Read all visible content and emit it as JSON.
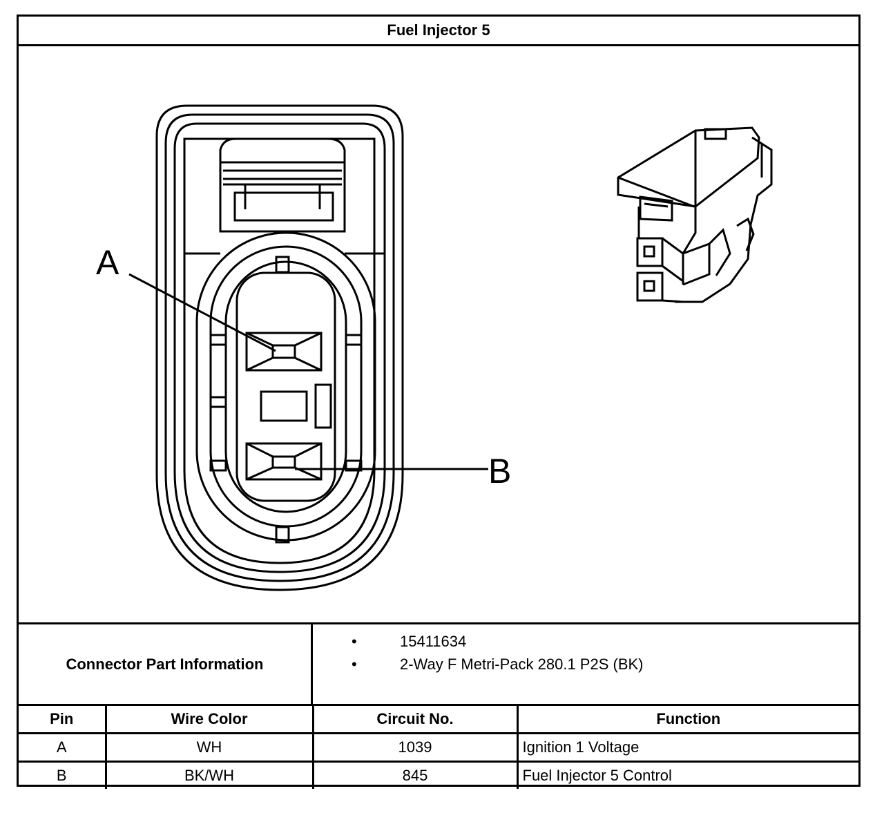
{
  "title": "Fuel Injector 5",
  "callouts": {
    "a": "A",
    "b": "B"
  },
  "connector_info": {
    "label": "Connector Part Information",
    "items": [
      "15411634",
      "2-Way F Metri-Pack 280.1 P2S (BK)"
    ]
  },
  "pin_table": {
    "headers": [
      "Pin",
      "Wire Color",
      "Circuit No.",
      "Function"
    ],
    "rows": [
      [
        "A",
        "WH",
        "1039",
        "Ignition 1 Voltage"
      ],
      [
        "B",
        "BK/WH",
        "845",
        "Fuel Injector 5 Control"
      ]
    ]
  }
}
